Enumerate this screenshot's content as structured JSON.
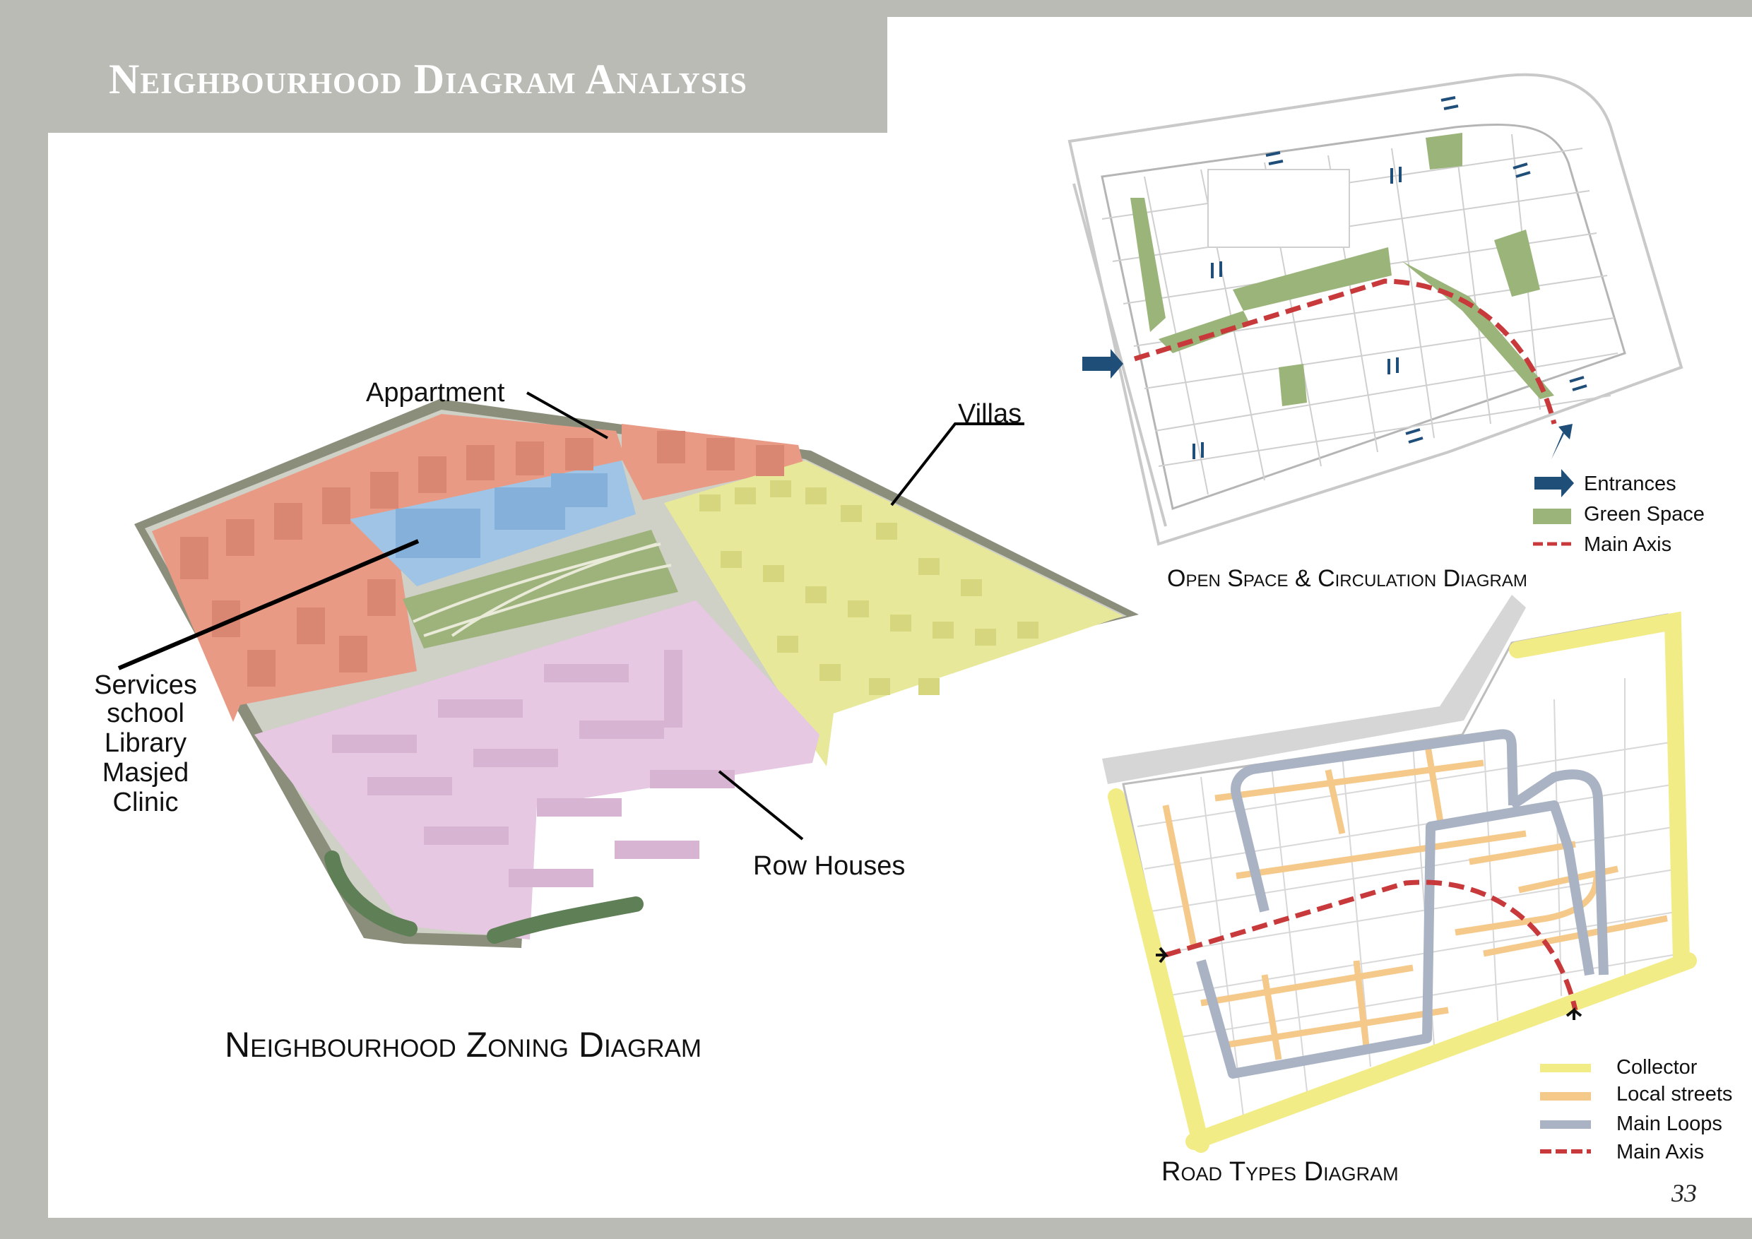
{
  "page_title": "Neighbourhood Diagram Analysis",
  "page_number": "33",
  "zoning": {
    "caption": "Neighbourhood Zoning Diagram",
    "labels": {
      "appartment": "Appartment",
      "villas": "Villas",
      "row_houses": "Row Houses",
      "services_lines": [
        "Services",
        "school",
        "Library",
        "Masjed",
        "Clinic"
      ]
    }
  },
  "open_space": {
    "caption": "Open Space & Circulation Diagram",
    "legend": {
      "entrances": "Entrances",
      "green_space": "Green Space",
      "main_axis": "Main Axis"
    }
  },
  "road_types": {
    "caption": "Road Types Diagram",
    "legend": {
      "collector": "Collector",
      "local_streets": "Local streets",
      "main_loops": "Main Loops",
      "main_axis": "Main Axis"
    }
  },
  "colors": {
    "title_band": "#b9bbb4",
    "apartment_zone": "#e99a85",
    "services_zone": "#9fc4e6",
    "villas_zone": "#e8e89a",
    "row_houses_zone": "#e6c8e2",
    "green_space": "#9bb47a",
    "main_axis": "#c8393b",
    "entrance_arrow": "#1f4e79",
    "collector": "#f2ec86",
    "local_street": "#f5c98a",
    "main_loop": "#a9b3c3"
  },
  "icons": {
    "entrance": "double-arrow-icon",
    "two_way": "two-way-arrow-icon"
  }
}
